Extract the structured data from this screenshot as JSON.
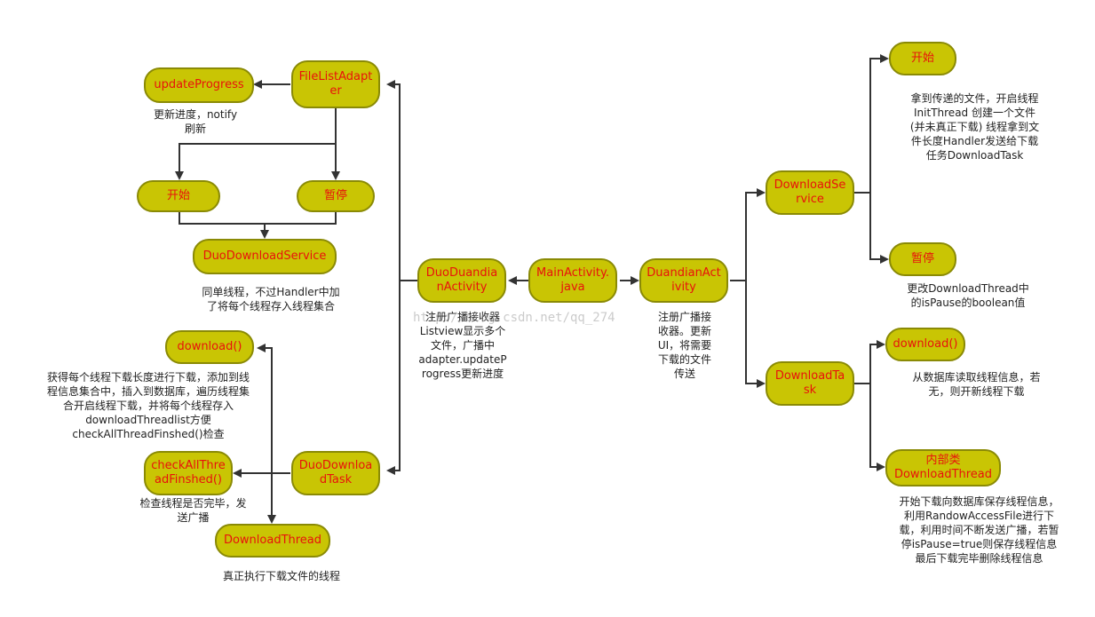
{
  "nodes": {
    "update_progress": "updateProgress",
    "file_list_adapter": "FileListAdapter",
    "start_left": "开始",
    "pause_left": "暂停",
    "duo_download_service": "DuoDownloadService",
    "download_left": "download()",
    "check_all_thread": "checkAllThreadFinshed()",
    "duo_download_task": "DuoDownloadTask",
    "download_thread": "DownloadThread",
    "duo_duandian_activity": "DuoDuandianActivity",
    "main_activity": "MainActivity.java",
    "duandian_activity": "DuandianActivity",
    "download_service": "DownloadService",
    "start_right": "开始",
    "pause_right": "暂停",
    "download_task": "DownloadTask",
    "download_right": "download()",
    "inner_class_download_thread": "内部类\nDownloadThread"
  },
  "notes": {
    "update_progress": "更新进度，notify\n刷新",
    "duo_download_service": "同单线程，不过Handler中加\n了将每个线程存入线程集合",
    "download_left": "获得每个线程下载长度进行下载，添加到线\n程信息集合中，插入到数据库，遍历线程集\n合开启线程下载，并将每个线程存入\ndownloadThreadlist方便\ncheckAllThreadFinshed()检查",
    "check_all_thread": "检查线程是否完毕，发\n送广播",
    "download_thread": "真正执行下载文件的线程",
    "duo_duandian_activity": "注册广播接收器\nListview显示多个\n文件，广播中\nadapter.updateP\nrogress更新进度",
    "duandian_activity": "注册广播接\n收器。更新\nUI，将需要\n下载的文件\n传送",
    "start_right": "拿到传递的文件，开启线程\nInitThread 创建一个文件\n(并未真正下载) 线程拿到文\n件长度Handler发送给下载\n任务DownloadTask",
    "pause_right": "更改DownloadThread中\n的isPause的boolean值",
    "download_right": "从数据库读取线程信息，若\n无，则开新线程下载",
    "inner_class_download_thread": "开始下载向数据库保存线程信息，\n利用RandowAccessFile进行下\n载，利用时间不断发送广播，若暂\n停isPause=true则保存线程信息\n最后下载完毕删除线程信息"
  },
  "watermark": "http://blog.csdn.net/qq_274",
  "colors": {
    "node_fill": "#c9c504",
    "node_border": "#8a8a05",
    "node_text": "#e8120c",
    "line": "#333333"
  }
}
